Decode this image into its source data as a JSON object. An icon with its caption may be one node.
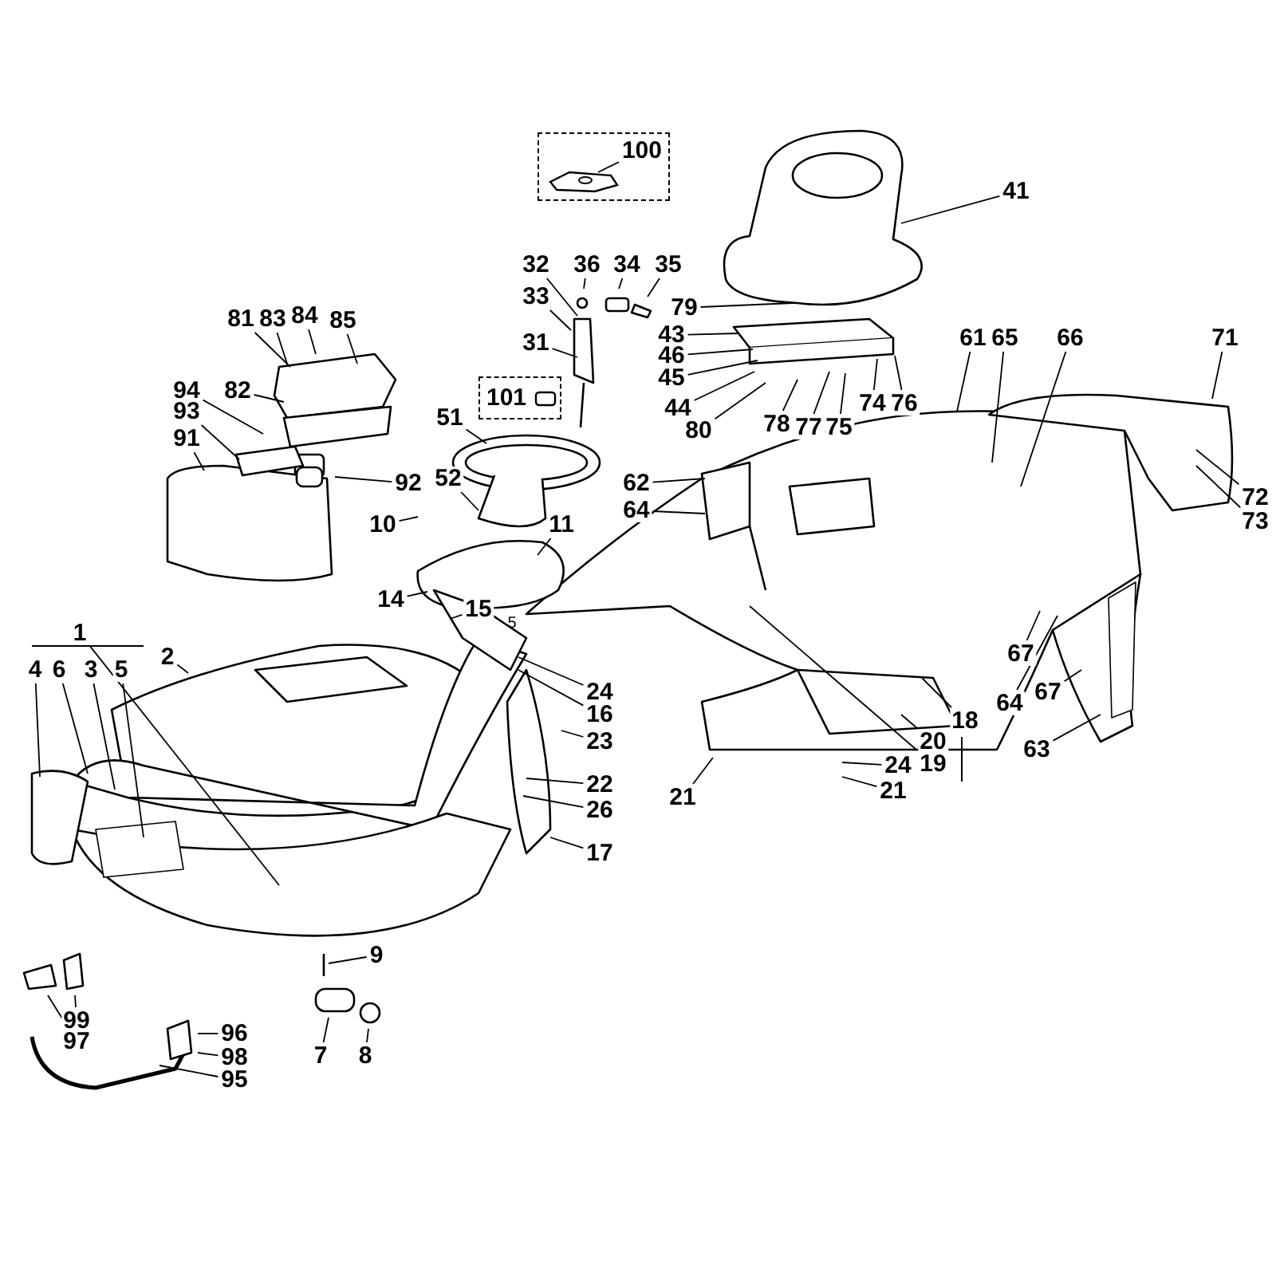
{
  "diagram": {
    "nodes": [
      {
        "text": [
          "100"
        ]
      },
      {
        "text": [
          "41"
        ]
      },
      {
        "text": [
          "32"
        ]
      },
      {
        "text": [
          "33"
        ]
      },
      {
        "text": [
          "31"
        ]
      },
      {
        "text": [
          "36"
        ]
      },
      {
        "text": [
          "34"
        ]
      },
      {
        "text": [
          "35"
        ]
      },
      {
        "text": [
          "79"
        ]
      },
      {
        "text": [
          "43"
        ]
      },
      {
        "text": [
          "46"
        ]
      },
      {
        "text": [
          "45"
        ]
      },
      {
        "text": [
          "44"
        ]
      },
      {
        "text": [
          "80"
        ]
      },
      {
        "text": [
          "78"
        ]
      },
      {
        "text": [
          "77"
        ]
      },
      {
        "text": [
          "75"
        ]
      },
      {
        "text": [
          "74"
        ]
      },
      {
        "text": [
          "76"
        ]
      },
      {
        "text": [
          "61"
        ]
      },
      {
        "text": [
          "65"
        ]
      },
      {
        "text": [
          "66"
        ]
      },
      {
        "text": [
          "71"
        ]
      },
      {
        "text": [
          "72"
        ]
      },
      {
        "text": [
          "73"
        ]
      },
      {
        "text": [
          "81"
        ]
      },
      {
        "text": [
          "83"
        ]
      },
      {
        "text": [
          "84"
        ]
      },
      {
        "text": [
          "85"
        ]
      },
      {
        "text": [
          "101"
        ]
      },
      {
        "text": [
          "51"
        ]
      },
      {
        "text": [
          "94"
        ]
      },
      {
        "text": [
          "82"
        ]
      },
      {
        "text": [
          "93"
        ]
      },
      {
        "text": [
          "91"
        ]
      },
      {
        "text": [
          "92"
        ]
      },
      {
        "text": [
          "52"
        ]
      },
      {
        "text": [
          "62"
        ]
      },
      {
        "text": [
          "64"
        ]
      },
      {
        "text": [
          "10"
        ]
      },
      {
        "text": [
          "11"
        ]
      },
      {
        "text": [
          "14"
        ]
      },
      {
        "text": [
          "15"
        ]
      },
      {
        "text": [
          "1"
        ]
      },
      {
        "text": [
          "4"
        ]
      },
      {
        "text": [
          "6"
        ]
      },
      {
        "text": [
          "3"
        ]
      },
      {
        "text": [
          "5"
        ]
      },
      {
        "text": [
          "2"
        ]
      },
      {
        "text": [
          "24"
        ]
      },
      {
        "text": [
          "16"
        ]
      },
      {
        "text": [
          "23"
        ]
      },
      {
        "text": [
          "22"
        ]
      },
      {
        "text": [
          "26"
        ]
      },
      {
        "text": [
          "17"
        ]
      },
      {
        "text": [
          "18"
        ]
      },
      {
        "text": [
          "20"
        ]
      },
      {
        "text": [
          "19"
        ]
      },
      {
        "text": [
          "24"
        ]
      },
      {
        "text": [
          "21"
        ]
      },
      {
        "text": [
          "21"
        ]
      },
      {
        "text": [
          "67"
        ]
      },
      {
        "text": [
          "64"
        ]
      },
      {
        "text": [
          "67"
        ]
      },
      {
        "text": [
          "63"
        ]
      },
      {
        "text": [
          "9"
        ]
      },
      {
        "text": [
          "7"
        ]
      },
      {
        "text": [
          "8"
        ]
      },
      {
        "text": [
          "99"
        ]
      },
      {
        "text": [
          "97"
        ]
      },
      {
        "text": [
          "96"
        ]
      },
      {
        "text": [
          "98"
        ]
      },
      {
        "text": [
          "95"
        ]
      }
    ],
    "edges": [
      {
        "from": 0,
        "to": null,
        "arrow": "none"
      },
      {
        "from": 1,
        "to": null,
        "arrow": "none"
      },
      {
        "from": 2,
        "to": null,
        "arrow": "none"
      },
      {
        "from": 3,
        "to": null,
        "arrow": "none"
      },
      {
        "from": 4,
        "to": null,
        "arrow": "none"
      },
      {
        "from": 5,
        "to": null,
        "arrow": "none"
      },
      {
        "from": 6,
        "to": null,
        "arrow": "none"
      },
      {
        "from": 7,
        "to": null,
        "arrow": "none"
      },
      {
        "from": 8,
        "to": null,
        "arrow": "none"
      },
      {
        "from": 9,
        "to": null,
        "arrow": "none"
      },
      {
        "from": 10,
        "to": null,
        "arrow": "none"
      },
      {
        "from": 11,
        "to": null,
        "arrow": "none"
      },
      {
        "from": 12,
        "to": null,
        "arrow": "none"
      },
      {
        "from": 13,
        "to": null,
        "arrow": "none"
      },
      {
        "from": 14,
        "to": null,
        "arrow": "none"
      },
      {
        "from": 15,
        "to": null,
        "arrow": "none"
      },
      {
        "from": 16,
        "to": null,
        "arrow": "none"
      },
      {
        "from": 17,
        "to": null,
        "arrow": "none"
      },
      {
        "from": 18,
        "to": null,
        "arrow": "none"
      },
      {
        "from": 19,
        "to": null,
        "arrow": "none"
      },
      {
        "from": 20,
        "to": null,
        "arrow": "none"
      },
      {
        "from": 21,
        "to": null,
        "arrow": "none"
      },
      {
        "from": 22,
        "to": null,
        "arrow": "none"
      },
      {
        "from": 23,
        "to": null,
        "arrow": "none"
      },
      {
        "from": 24,
        "to": null,
        "arrow": "none"
      },
      {
        "from": 25,
        "to": null,
        "arrow": "none"
      },
      {
        "from": 26,
        "to": null,
        "arrow": "none"
      },
      {
        "from": 27,
        "to": null,
        "arrow": "none"
      },
      {
        "from": 28,
        "to": null,
        "arrow": "none"
      },
      {
        "from": 30,
        "to": null,
        "arrow": "none"
      },
      {
        "from": 31,
        "to": null,
        "arrow": "none"
      },
      {
        "from": 32,
        "to": null,
        "arrow": "none"
      },
      {
        "from": 33,
        "to": null,
        "arrow": "none"
      },
      {
        "from": 34,
        "to": null,
        "arrow": "none"
      },
      {
        "from": 35,
        "to": null,
        "arrow": "none"
      },
      {
        "from": 36,
        "to": null,
        "arrow": "none"
      },
      {
        "from": 37,
        "to": null,
        "arrow": "none"
      },
      {
        "from": 38,
        "to": null,
        "arrow": "none"
      },
      {
        "from": 39,
        "to": null,
        "arrow": "none"
      },
      {
        "from": 40,
        "to": null,
        "arrow": "none"
      },
      {
        "from": 41,
        "to": null,
        "arrow": "none"
      },
      {
        "from": 42,
        "to": null,
        "arrow": "none"
      },
      {
        "from": 43,
        "to": null,
        "arrow": "none"
      },
      {
        "from": 44,
        "to": null,
        "arrow": "none"
      },
      {
        "from": 45,
        "to": null,
        "arrow": "none"
      },
      {
        "from": 46,
        "to": null,
        "arrow": "none"
      },
      {
        "from": 47,
        "to": null,
        "arrow": "none"
      },
      {
        "from": 48,
        "to": null,
        "arrow": "none"
      },
      {
        "from": 49,
        "to": null,
        "arrow": "none"
      },
      {
        "from": 50,
        "to": null,
        "arrow": "none"
      },
      {
        "from": 51,
        "to": null,
        "arrow": "none"
      },
      {
        "from": 52,
        "to": null,
        "arrow": "none"
      },
      {
        "from": 53,
        "to": null,
        "arrow": "none"
      },
      {
        "from": 54,
        "to": null,
        "arrow": "none"
      },
      {
        "from": 55,
        "to": null,
        "arrow": "none"
      },
      {
        "from": 56,
        "to": null,
        "arrow": "none"
      },
      {
        "from": 57,
        "to": null,
        "arrow": "none"
      },
      {
        "from": 58,
        "to": null,
        "arrow": "none"
      },
      {
        "from": 59,
        "to": null,
        "arrow": "none"
      },
      {
        "from": 60,
        "to": null,
        "arrow": "none"
      },
      {
        "from": 61,
        "to": null,
        "arrow": "none"
      },
      {
        "from": 62,
        "to": null,
        "arrow": "none"
      },
      {
        "from": 63,
        "to": null,
        "arrow": "none"
      },
      {
        "from": 64,
        "to": null,
        "arrow": "none"
      },
      {
        "from": 65,
        "to": null,
        "arrow": "none"
      },
      {
        "from": 66,
        "to": null,
        "arrow": "none"
      },
      {
        "from": 67,
        "to": null,
        "arrow": "none"
      },
      {
        "from": 68,
        "to": null,
        "arrow": "none"
      },
      {
        "from": 69,
        "to": null,
        "arrow": "none"
      },
      {
        "from": 70,
        "to": null,
        "arrow": "none"
      },
      {
        "from": 71,
        "to": null,
        "arrow": "none"
      },
      {
        "from": 72,
        "to": null,
        "arrow": "none"
      }
    ],
    "labels": [
      "5"
    ]
  }
}
